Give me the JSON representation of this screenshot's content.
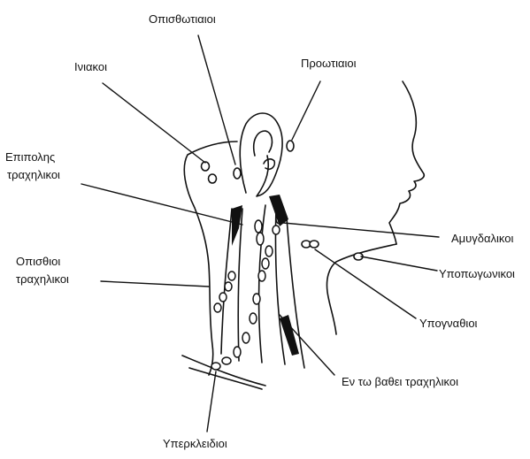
{
  "diagram": {
    "labels": {
      "opisthootiaioi": "Οπισθωτιαιοι",
      "iniakoi": "Ινιακοι",
      "proōtiaioi": "Προωτιαιοι",
      "epipoles_line1": "Επιπολης",
      "epipoles_line2": "τραχηλικοι",
      "amygdalikoi": "Αμυγδαλικοι",
      "opisthioi_line1": "Οπισθιοι",
      "opisthioi_line2": "τραχηλικοι",
      "ypopogonikoi": "Υποπωγωνικοι",
      "ypogenathioi": "Υπογναθιοι",
      "en_to_vathei": "Εν τω βαθει τραχηλικοι",
      "yperkleidioi": "Υπερκλειδιοι"
    },
    "colors": {
      "ink": "#111111",
      "background": "#ffffff"
    }
  }
}
